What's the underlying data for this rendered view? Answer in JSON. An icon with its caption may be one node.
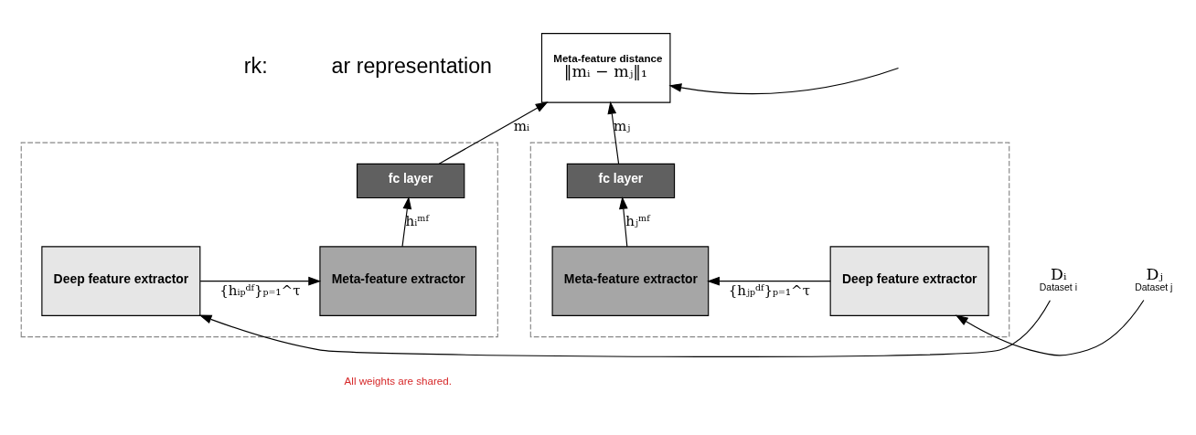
{
  "diagram": {
    "nodes": [
      {
        "text": [
          "Meta-feature distance",
          "‖mᵢ − mⱼ‖₁"
        ]
      },
      {
        "text": [],
        "shape": "box"
      },
      {
        "text": [
          "fc layer"
        ],
        "in": 1
      },
      {
        "text": [
          "Meta-feature extractor"
        ],
        "in": 1
      },
      {
        "text": [
          "Deep feature extractor"
        ],
        "in": 1
      },
      {
        "text": [],
        "shape": "box"
      },
      {
        "text": [
          "fc layer"
        ],
        "in": 5
      },
      {
        "text": [
          "Meta-feature extractor"
        ],
        "in": 5
      },
      {
        "text": [
          "Deep feature extractor"
        ],
        "in": 5
      },
      {
        "text": [
          "Dᵢ"
        ],
        "beside": [
          "Dataset i"
        ]
      },
      {
        "text": [
          "Dⱼ"
        ],
        "beside": [
          "Dataset j"
        ]
      }
    ],
    "edges": [
      {
        "from": 9,
        "to": 4,
        "arrow": "to"
      },
      {
        "from": 4,
        "to": 3,
        "arrow": "to",
        "label": "{hᵢₚᵈᶠ}ₚ₌₁^τ"
      },
      {
        "from": 3,
        "to": 2,
        "arrow": "to",
        "label": "hᵢᵐᶠ"
      },
      {
        "from": 2,
        "to": 0,
        "arrow": "to",
        "label": "mᵢ"
      },
      {
        "from": 10,
        "to": 8,
        "arrow": "to"
      },
      {
        "from": 8,
        "to": 7,
        "arrow": "to",
        "label": "{hⱼₚᵈᶠ}ₚ₌₁^τ"
      },
      {
        "from": 7,
        "to": 6,
        "arrow": "to",
        "label": "hⱼᵐᶠ"
      },
      {
        "from": 6,
        "to": 0,
        "arrow": "to",
        "label": "mⱼ"
      },
      {
        "from": null,
        "to": 0,
        "arrow": "to"
      }
    ],
    "labels": [
      "rk:",
      "ar representation",
      "All weights are shared."
    ]
  }
}
